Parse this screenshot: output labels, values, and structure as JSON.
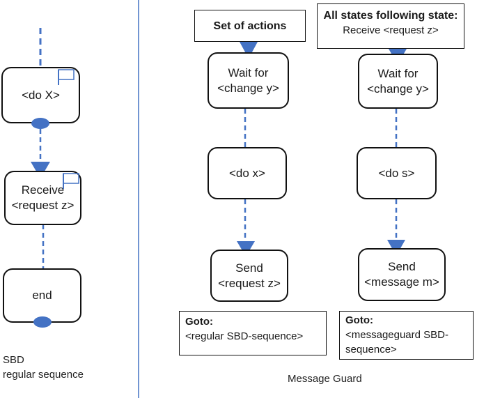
{
  "sbd": {
    "nodes": {
      "do_x": "<do X>",
      "receive_line1": "Receive",
      "receive_line2": "<request z>",
      "end": "end"
    },
    "caption_line1": "SBD",
    "caption_line2": "regular sequence"
  },
  "message_guard": {
    "left": {
      "header": "Set of actions",
      "wait_line1": "Wait for",
      "wait_line2": "<change y>",
      "do": "<do x>",
      "send_line1": "Send",
      "send_line2": "<request z>",
      "goto_title": "Goto:",
      "goto_text": "<regular SBD-sequence>"
    },
    "right": {
      "header_title": "All states following state:",
      "header_text": "Receive <request z>",
      "wait_line1": "Wait for",
      "wait_line2": "<change y>",
      "do": "<do s>",
      "send_line1": "Send",
      "send_line2": "<message m>",
      "goto_title": "Goto:",
      "goto_line1": "<messageguard SBD-",
      "goto_line2": "sequence>"
    },
    "caption": "Message Guard"
  },
  "colors": {
    "connector": "#4472C4",
    "divider": "#4472C4",
    "border": "#111111"
  }
}
